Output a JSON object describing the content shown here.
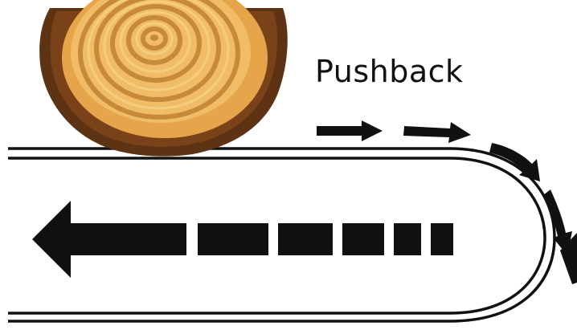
{
  "diagram": {
    "label": "Pushback",
    "colors": {
      "ink": "#111111",
      "background": "#ffffff",
      "log_bark": "#6b3a16",
      "log_bark_dark": "#4a2810",
      "log_wood": "#e8aa4e",
      "log_wood_light": "#f2c774",
      "log_rings": "#c98a3c"
    },
    "elements": {
      "log": "log-cross-section-icon",
      "bar": "chainsaw-bar",
      "chain_direction": "left-arrow-dashed",
      "pushback_direction": "curved-dashed-arrow"
    }
  }
}
